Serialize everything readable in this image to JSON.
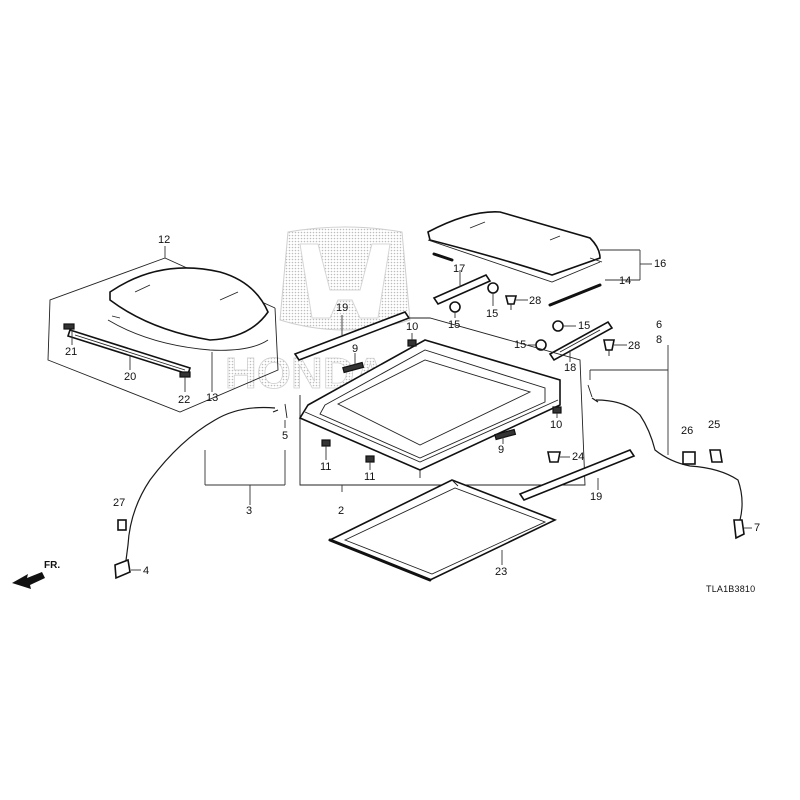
{
  "diagram": {
    "drawing_code": "TLA1B3810",
    "direction_label": "FR.",
    "watermark_icon": "honda-logo-watermark",
    "callouts": [
      {
        "id": "c2",
        "label": "2"
      },
      {
        "id": "c3",
        "label": "3"
      },
      {
        "id": "c4",
        "label": "4"
      },
      {
        "id": "c5",
        "label": "5"
      },
      {
        "id": "c6",
        "label": "6"
      },
      {
        "id": "c7",
        "label": "7"
      },
      {
        "id": "c8",
        "label": "8"
      },
      {
        "id": "c9a",
        "label": "9"
      },
      {
        "id": "c9b",
        "label": "9"
      },
      {
        "id": "c10a",
        "label": "10"
      },
      {
        "id": "c10b",
        "label": "10"
      },
      {
        "id": "c11a",
        "label": "11"
      },
      {
        "id": "c11b",
        "label": "11"
      },
      {
        "id": "c12",
        "label": "12"
      },
      {
        "id": "c13",
        "label": "13"
      },
      {
        "id": "c14",
        "label": "14"
      },
      {
        "id": "c15a",
        "label": "15"
      },
      {
        "id": "c15b",
        "label": "15"
      },
      {
        "id": "c15c",
        "label": "15"
      },
      {
        "id": "c15d",
        "label": "15"
      },
      {
        "id": "c16",
        "label": "16"
      },
      {
        "id": "c17",
        "label": "17"
      },
      {
        "id": "c18",
        "label": "18"
      },
      {
        "id": "c19a",
        "label": "19"
      },
      {
        "id": "c19b",
        "label": "19"
      },
      {
        "id": "c20",
        "label": "20"
      },
      {
        "id": "c21",
        "label": "21"
      },
      {
        "id": "c22",
        "label": "22"
      },
      {
        "id": "c23",
        "label": "23"
      },
      {
        "id": "c24",
        "label": "24"
      },
      {
        "id": "c25",
        "label": "25"
      },
      {
        "id": "c26",
        "label": "26"
      },
      {
        "id": "c27",
        "label": "27"
      },
      {
        "id": "c28a",
        "label": "28"
      },
      {
        "id": "c28b",
        "label": "28"
      }
    ]
  }
}
